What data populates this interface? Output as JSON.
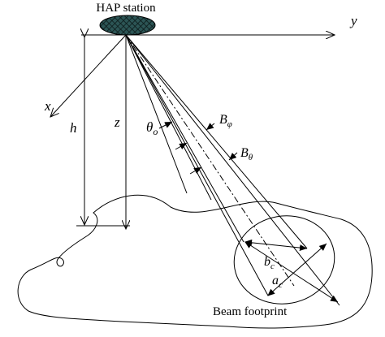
{
  "labels": {
    "station": "HAP station",
    "axis_y": "y",
    "axis_x": "x",
    "axis_z": "z",
    "height": "h",
    "theta_o": "θ",
    "theta_o_sub": "o",
    "b_phi": "B",
    "b_phi_sub": "φ",
    "b_theta": "B",
    "b_theta_sub": "θ",
    "b_c": "b",
    "b_c_sub": "c",
    "a_c": "a",
    "a_c_sub": "c",
    "footprint": "Beam footprint"
  },
  "colors": {
    "line": "#000000",
    "station_fill": "#1f3f3f"
  }
}
